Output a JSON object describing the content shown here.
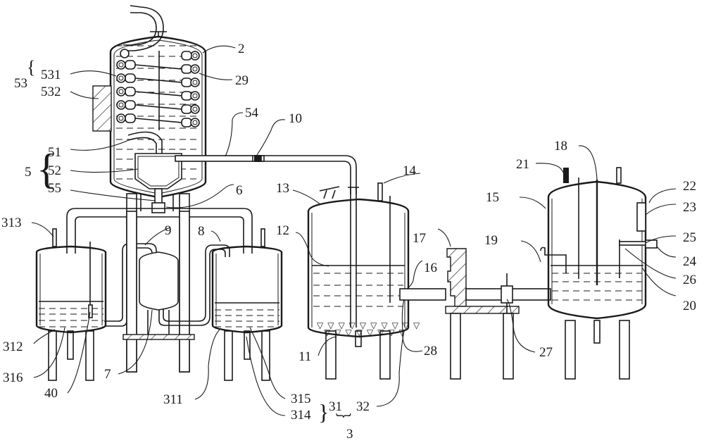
{
  "figure": {
    "type": "patent-schematic",
    "description": "Process apparatus with condensing tower, two receiving tanks, settling tank and mixing tank"
  },
  "labels": {
    "l2": "2",
    "l29": "29",
    "l53": "53",
    "l531": "531",
    "l532": "532",
    "l54": "54",
    "l10": "10",
    "l5": "5",
    "l51": "51",
    "l52": "52",
    "l55": "55",
    "l6": "6",
    "l313": "313",
    "l9": "9",
    "l8": "8",
    "l312": "312",
    "l316": "316",
    "l40": "40",
    "l7": "7",
    "l311": "311",
    "l315": "315",
    "l314": "314",
    "l31": "31",
    "l32": "32",
    "l3": "3",
    "l13": "13",
    "l14": "14",
    "l12": "12",
    "l11": "11",
    "l28": "28",
    "l16": "16",
    "l17": "17",
    "l27": "27",
    "l21": "21",
    "l18": "18",
    "l15": "15",
    "l19": "19",
    "l22": "22",
    "l23": "23",
    "l25": "25",
    "l24": "24",
    "l26": "26",
    "l20": "20"
  }
}
